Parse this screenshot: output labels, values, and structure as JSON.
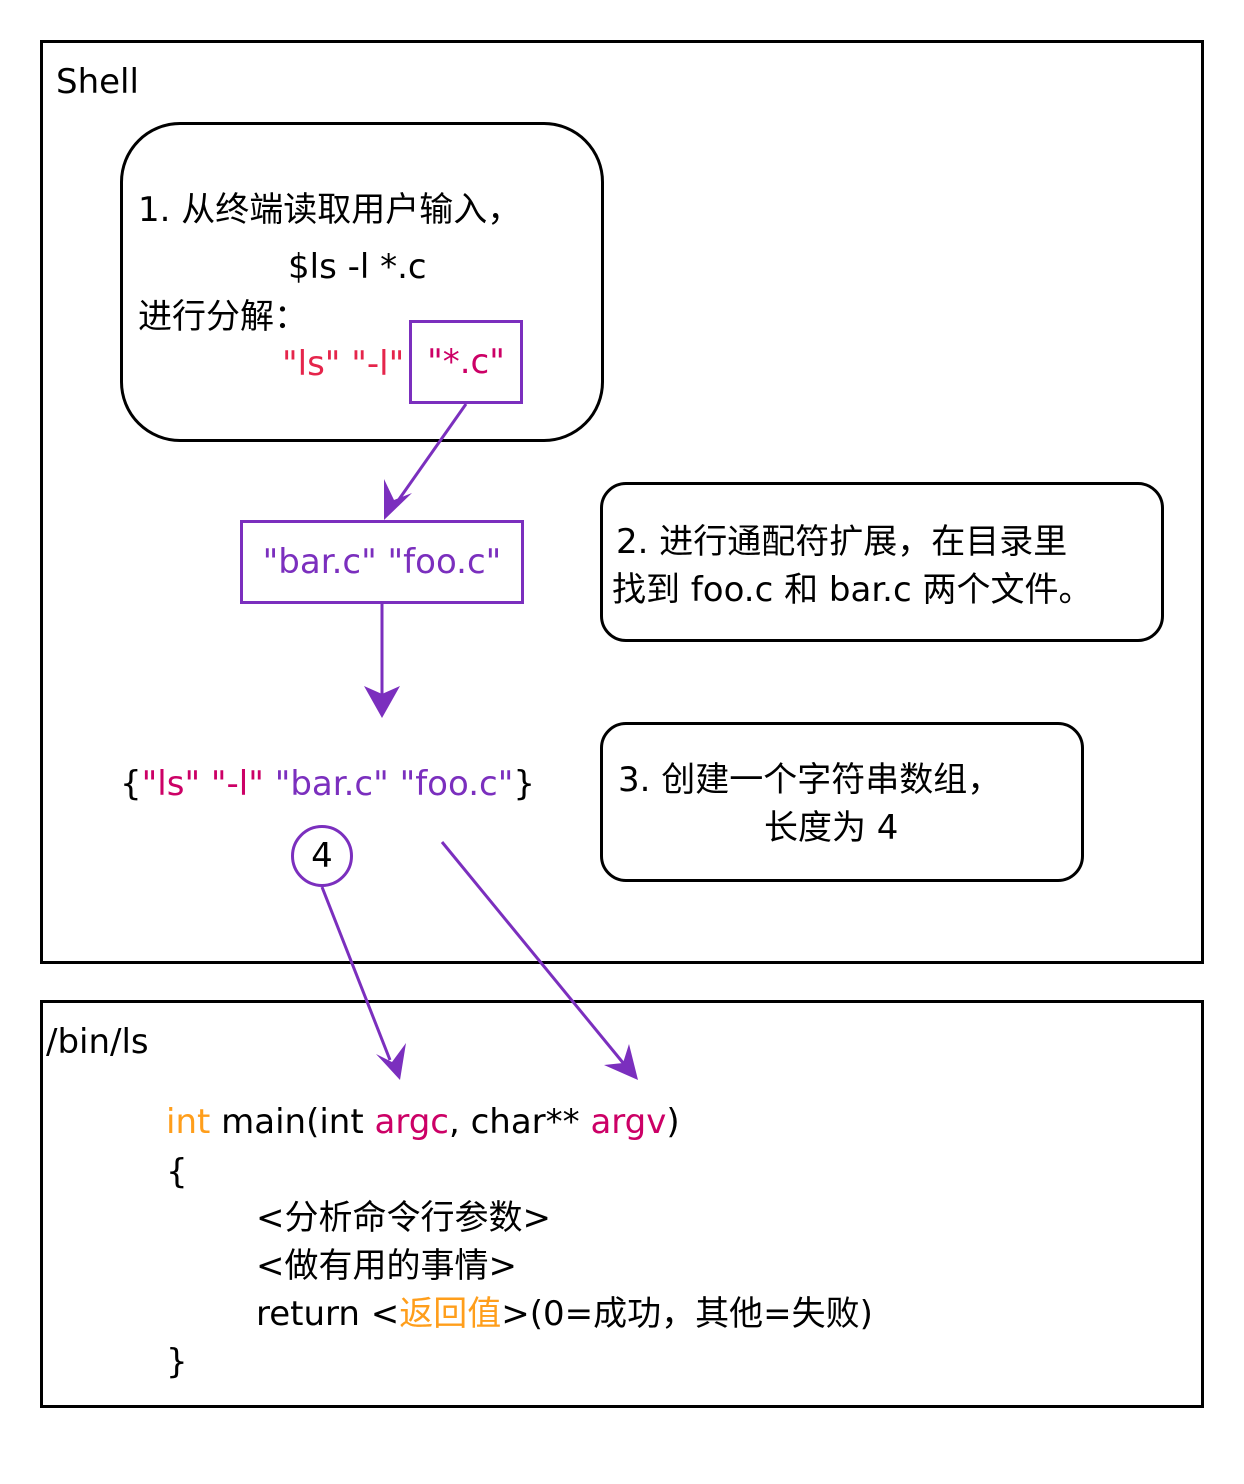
{
  "shell": {
    "title": "Shell",
    "step1": {
      "line1": "1. 从终端读取用户输入，",
      "command": "$ls -l *.c",
      "line3": "进行分解：",
      "tok_ls": "\"ls\"",
      "tok_l": "\"-l\"",
      "tok_glob": "\"*.c\""
    },
    "expansion": {
      "bar": "\"bar.c\"",
      "foo": "\"foo.c\""
    },
    "step2": {
      "line1": "2. 进行通配符扩展，在目录里",
      "line2": "找到 foo.c 和 bar.c 两个文件。"
    },
    "array": {
      "open": "{",
      "ls": "\"ls\"",
      "l": "\"-l\"",
      "bar": "\"bar.c\"",
      "foo": "\"foo.c\"",
      "close": "}",
      "count": "4"
    },
    "step3": {
      "line1": "3. 创建一个字符串数组，",
      "line2": "长度为 4"
    }
  },
  "bin": {
    "title": "/bin/ls",
    "code": {
      "kw_int": "int",
      "main": " main(int ",
      "argc": "argc",
      "char": ", char** ",
      "argv": "argv",
      "paren": ")",
      "brace_open": "{",
      "parse": "<分析命令行参数>",
      "work": "<做有用的事情>",
      "ret_a": "return <",
      "ret_val": "返回值",
      "ret_b": ">(0=成功，其他=失败)",
      "brace_close": "}"
    }
  },
  "colors": {
    "purple": "#7b2fbe",
    "red": "#e5254b",
    "magenta": "#cc0066",
    "orange": "#ff9e1b"
  }
}
